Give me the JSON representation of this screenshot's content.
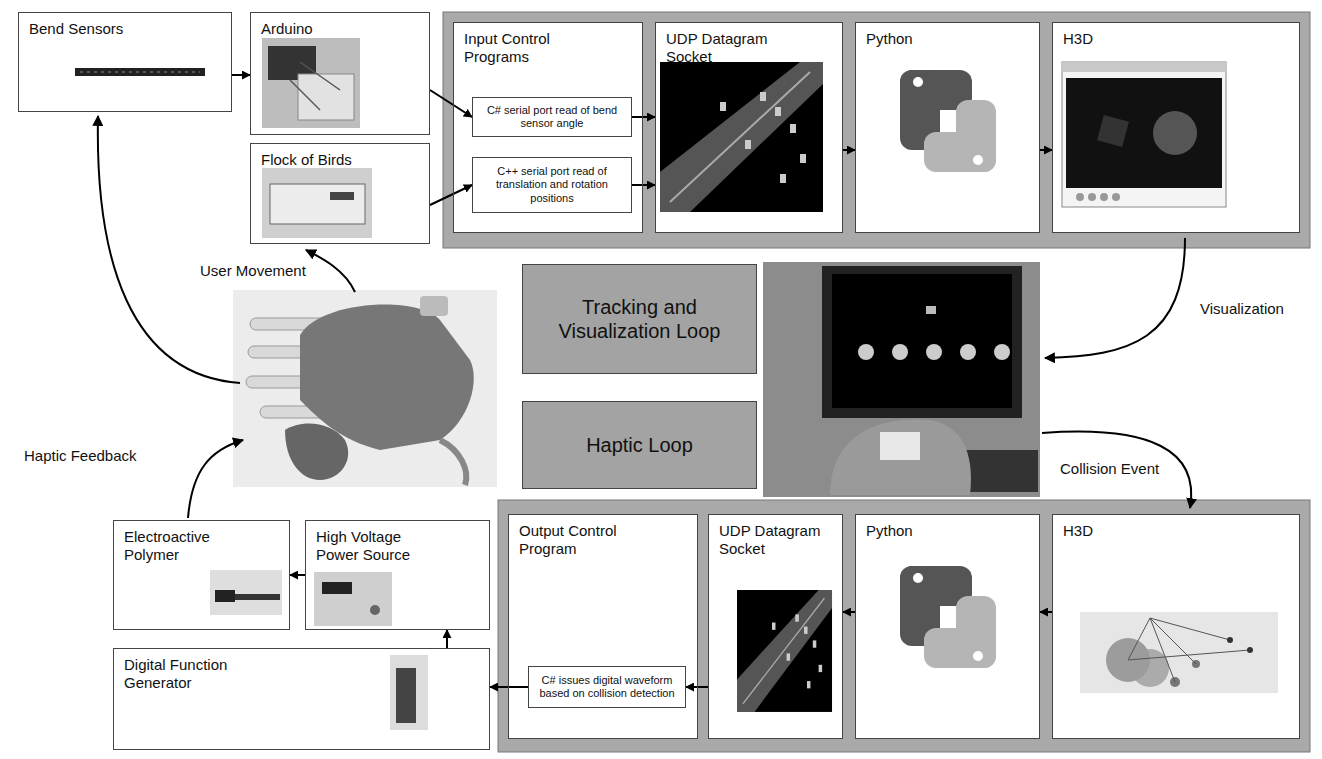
{
  "diagram": {
    "nodes": [
      {
        "text": [
          "Bend Sensors"
        ]
      },
      {
        "text": [
          "Arduino"
        ]
      },
      {
        "text": [
          "Flock of Birds"
        ]
      },
      {
        "text": [
          "Input Control Programs"
        ]
      },
      {
        "text": [
          "C# serial port read of bend sensor angle"
        ],
        "in": 3
      },
      {
        "text": [
          "C++ serial port read of translation and rotation positions"
        ],
        "in": 3
      },
      {
        "text": [
          "UDP Datagram Socket"
        ]
      },
      {
        "text": [
          "Python"
        ]
      },
      {
        "text": [
          "H3D"
        ]
      },
      {
        "text": [
          "Tracking and Visualization Loop"
        ]
      },
      {
        "text": [
          "Haptic Loop"
        ]
      },
      {
        "text": [
          "Electroactive Polymer"
        ]
      },
      {
        "text": [
          "High Voltage Power Source"
        ]
      },
      {
        "text": [
          "Output Control Program"
        ]
      },
      {
        "text": [
          "C# issues digital waveform based on collision detection"
        ],
        "in": 13
      },
      {
        "text": [
          "UDP Datagram Socket"
        ]
      },
      {
        "text": [
          "Python"
        ]
      },
      {
        "text": [
          "H3D"
        ]
      },
      {
        "text": [
          "Digital Function Generator"
        ]
      }
    ],
    "edges": [
      {
        "from": 0,
        "to": 1,
        "arrow": "to"
      },
      {
        "from": 1,
        "to": 4,
        "arrow": "to"
      },
      {
        "from": 2,
        "to": 5,
        "arrow": "to"
      },
      {
        "from": 4,
        "to": 6,
        "arrow": "to"
      },
      {
        "from": 5,
        "to": 6,
        "arrow": "to"
      },
      {
        "from": 6,
        "to": 7,
        "arrow": "to"
      },
      {
        "from": 7,
        "to": 8,
        "arrow": "to"
      },
      {
        "from": 17,
        "to": 16,
        "arrow": "to"
      },
      {
        "from": 16,
        "to": 15,
        "arrow": "to"
      },
      {
        "from": 15,
        "to": 14,
        "arrow": "to"
      },
      {
        "from": 14,
        "to": 18,
        "arrow": "to"
      },
      {
        "from": 18,
        "to": 12,
        "arrow": "to"
      },
      {
        "from": 12,
        "to": 11,
        "arrow": "to"
      }
    ],
    "labels": [
      "User Movement",
      "Visualization",
      "Haptic Feedback",
      "Collision Event"
    ]
  }
}
